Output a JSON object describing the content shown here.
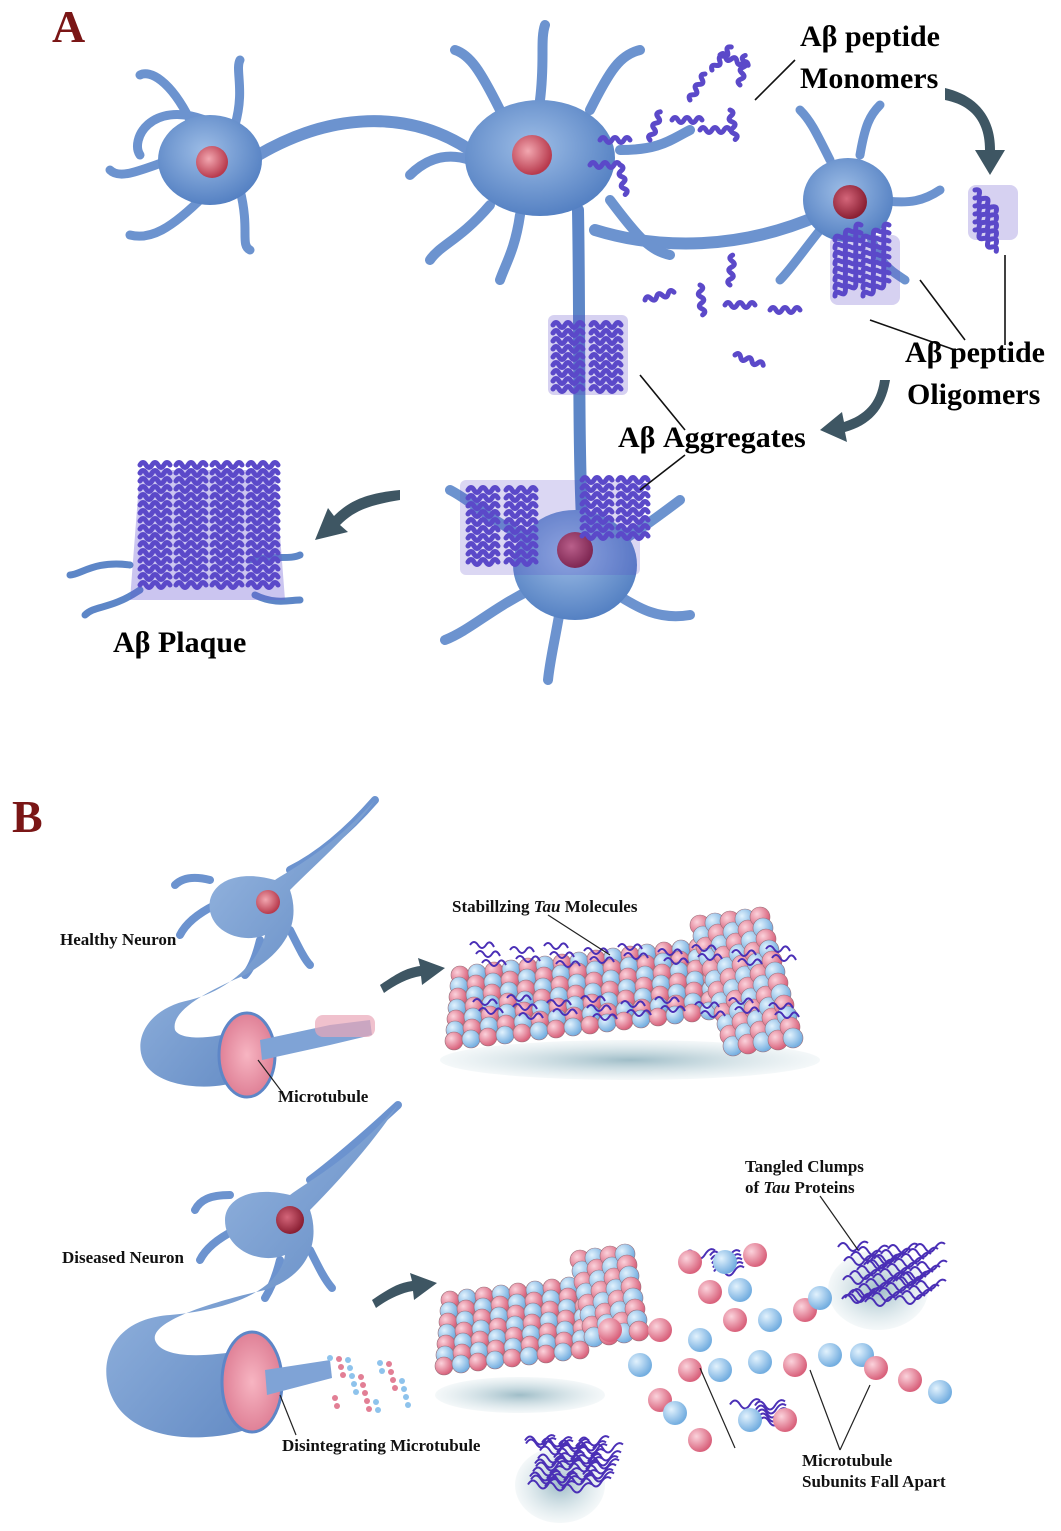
{
  "panel_a": {
    "letter": "A",
    "labels": {
      "monomers_line1": "Aβ peptide",
      "monomers_line2": "Monomers",
      "oligomers_line1": "Aβ peptide",
      "oligomers_line2": "Oligomers",
      "aggregates": "Aβ Aggregates",
      "plaque": "Aβ Plaque"
    }
  },
  "panel_b": {
    "letter": "B",
    "labels": {
      "healthy_neuron": "Healthy Neuron",
      "stabilizing_prefix": "Stabillzing ",
      "stabilizing_italic": "Tau",
      "stabilizing_suffix": " Molecules",
      "microtubule": "Microtubule",
      "diseased_neuron": "Diseased Neuron",
      "tangled_line1": "Tangled Clumps",
      "tangled_prefix": "of ",
      "tangled_italic": "Tau",
      "tangled_suffix": " Proteins",
      "disintegrating": "Disintegrating Microtubule",
      "subunits_line1": "Microtubule",
      "subunits_line2": "Subunits Fall Apart"
    }
  },
  "colors": {
    "neuron": "#6c93cf",
    "neuron_dark": "#3f67a8",
    "nucleus": "#c94c5a",
    "peptide": "#5b49c9",
    "subunit_pink": "#e27f95",
    "subunit_blue": "#8ec3ec",
    "arrow": "#3e5663",
    "letter": "#7a1616"
  }
}
